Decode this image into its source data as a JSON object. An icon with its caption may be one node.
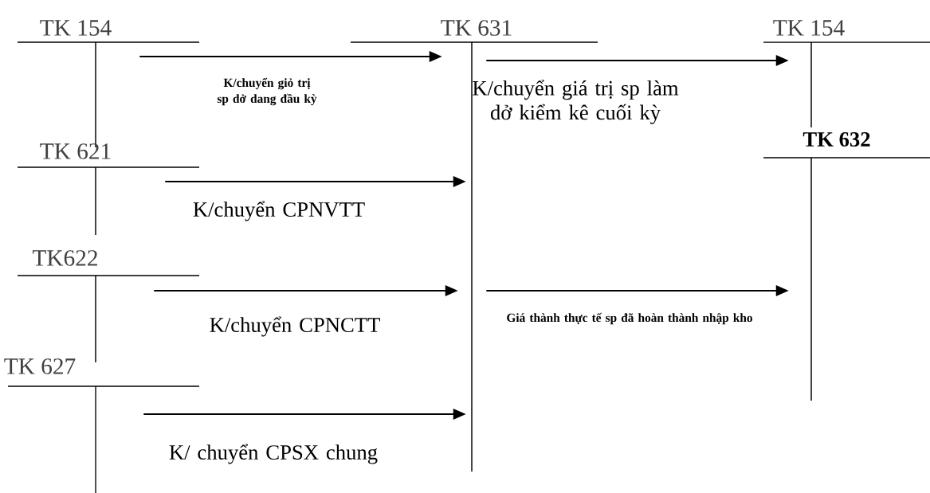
{
  "diagram": {
    "nodes": [
      {
        "text": [
          "TK 154"
        ]
      },
      {
        "text": [
          "TK 631"
        ]
      },
      {
        "text": [
          "TK 154"
        ]
      },
      {
        "text": [
          "TK 632"
        ]
      },
      {
        "text": [
          "TK 621"
        ]
      },
      {
        "text": [
          "TK622"
        ]
      },
      {
        "text": [
          "TK 627"
        ]
      }
    ],
    "edges": [
      {
        "from": 0,
        "to": 1,
        "arrow": "to",
        "label": "K/chuyển giỏ trị sp dở dang đầu kỳ"
      },
      {
        "from": 1,
        "to": 2,
        "arrow": "to",
        "label": "K/chuyển giá trị sp làm dở kiểm kê cuối kỳ"
      },
      {
        "from": 4,
        "to": 1,
        "arrow": "to",
        "label": "K/chuyển CPNVTT"
      },
      {
        "from": 5,
        "to": 1,
        "arrow": "to",
        "label": "K/chuyển CPNCTT"
      },
      {
        "from": 6,
        "to": 1,
        "arrow": "to",
        "label": "K/ chuyển CPSX chung"
      },
      {
        "from": 1,
        "to": 3,
        "arrow": "to",
        "label": "Giá thành thực tế sp đã hoàn thành nhập kho"
      }
    ]
  }
}
